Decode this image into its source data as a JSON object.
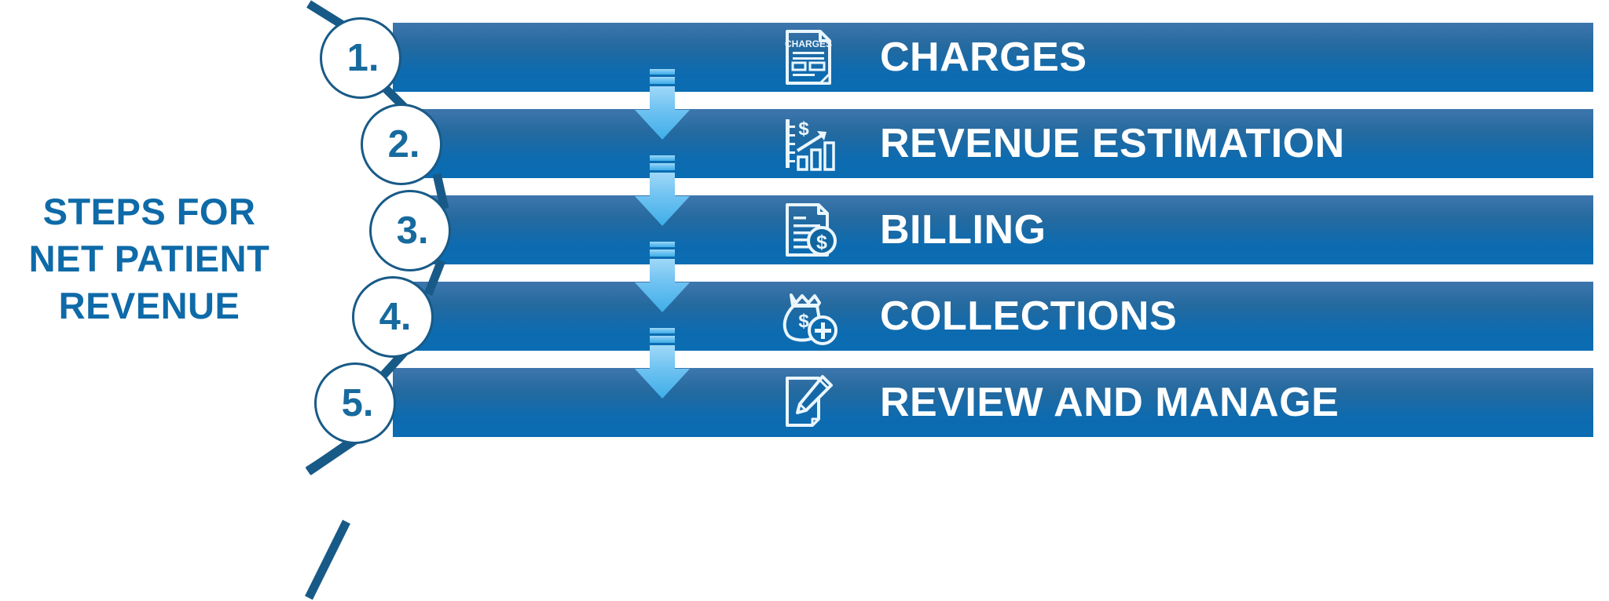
{
  "title": {
    "lines": [
      "STEPS FOR",
      "NET PATIENT",
      "REVENUE"
    ],
    "color": "#0E6AA8"
  },
  "colors": {
    "bar_gradient_top": "#3E76AC",
    "bar_gradient_bottom": "#0A6CB2",
    "arrow_light": "#8FD0F5",
    "arrow_mid": "#4FB3EC",
    "circle_outline": "#185A87",
    "number_text": "#176A9E",
    "label_text": "#FFFFFF",
    "background": "#FFFFFF"
  },
  "steps": [
    {
      "number": "1.",
      "label": "CHARGES",
      "icon": "charges-document-icon",
      "icon_text": "CHARGES"
    },
    {
      "number": "2.",
      "label": "REVENUE ESTIMATION",
      "icon": "revenue-bar-chart-icon",
      "icon_text": ""
    },
    {
      "number": "3.",
      "label": "BILLING",
      "icon": "billing-invoice-dollar-icon",
      "icon_text": ""
    },
    {
      "number": "4.",
      "label": "COLLECTIONS",
      "icon": "money-bag-plus-icon",
      "icon_text": ""
    },
    {
      "number": "5.",
      "label": "REVIEW AND MANAGE",
      "icon": "document-pencil-icon",
      "icon_text": ""
    }
  ],
  "arrows": {
    "name": "down-arrow",
    "count": 4
  }
}
